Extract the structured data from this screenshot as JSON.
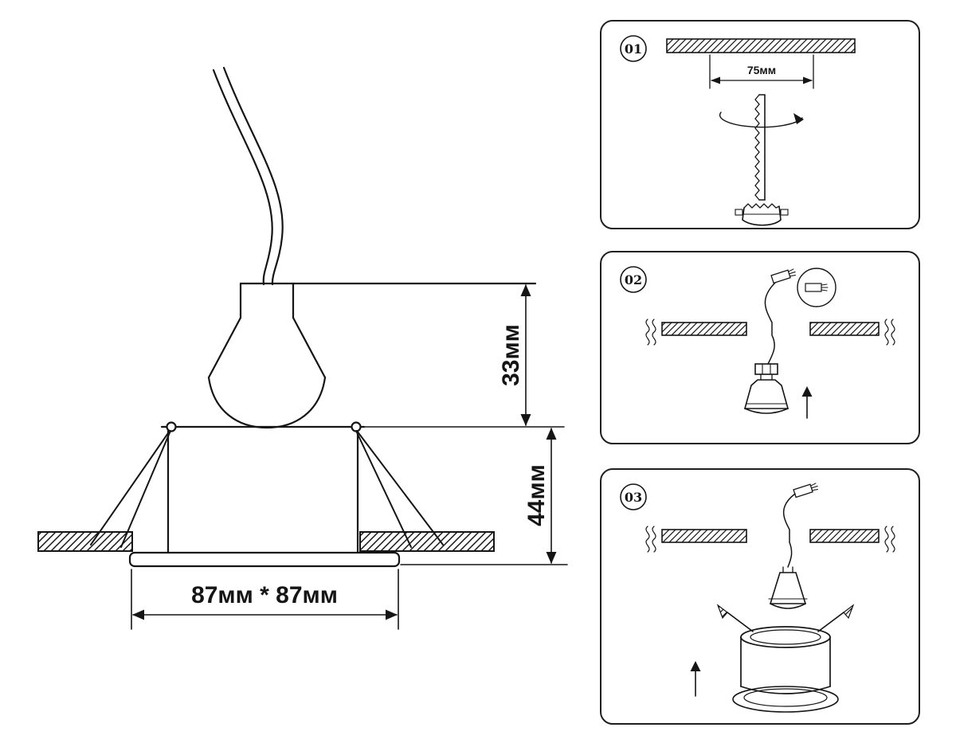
{
  "colors": {
    "line": "#151515",
    "bg": "#ffffff"
  },
  "main_diagram": {
    "dim_height_top": "33мм",
    "dim_height_bottom": "44мм",
    "dim_width": "87мм * 87мм"
  },
  "steps": [
    {
      "number": "01",
      "hole_diameter": "75мм"
    },
    {
      "number": "02"
    },
    {
      "number": "03"
    }
  ]
}
